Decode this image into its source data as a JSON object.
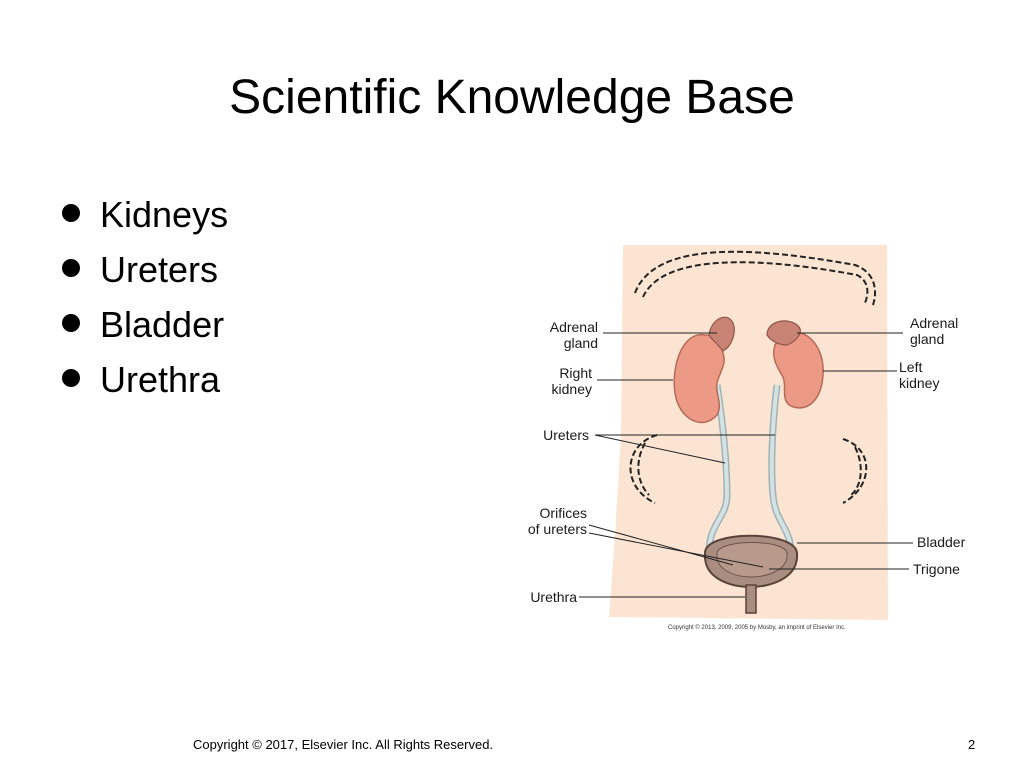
{
  "slide": {
    "title": "Scientific Knowledge Base",
    "bullets": [
      "Kidneys",
      "Ureters",
      "Bladder",
      "Urethra"
    ]
  },
  "figure": {
    "labels": {
      "adrenal_gland_left_side": "Adrenal\ngland",
      "right_kidney": "Right\nkidney",
      "ureters": "Ureters",
      "orifices_of_ureters": "Orifices\nof ureters",
      "urethra": "Urethra",
      "adrenal_gland_right_side": "Adrenal\ngland",
      "left_kidney": "Left\nkidney",
      "bladder": "Bladder",
      "trigone": "Trigone"
    },
    "credit": "Copyright © 2013, 2009, 2005 by Mosby, an imprint of Elsevier Inc.",
    "colors": {
      "skin": "#fbe5d2",
      "kidney": "#ec9a85",
      "adrenal": "#c98476",
      "ureter": "#c7d6d8",
      "bladder": "#a98d80"
    }
  },
  "footer": {
    "copyright": "Copyright © 2017, Elsevier Inc. All Rights Reserved.",
    "page_number": "2"
  }
}
